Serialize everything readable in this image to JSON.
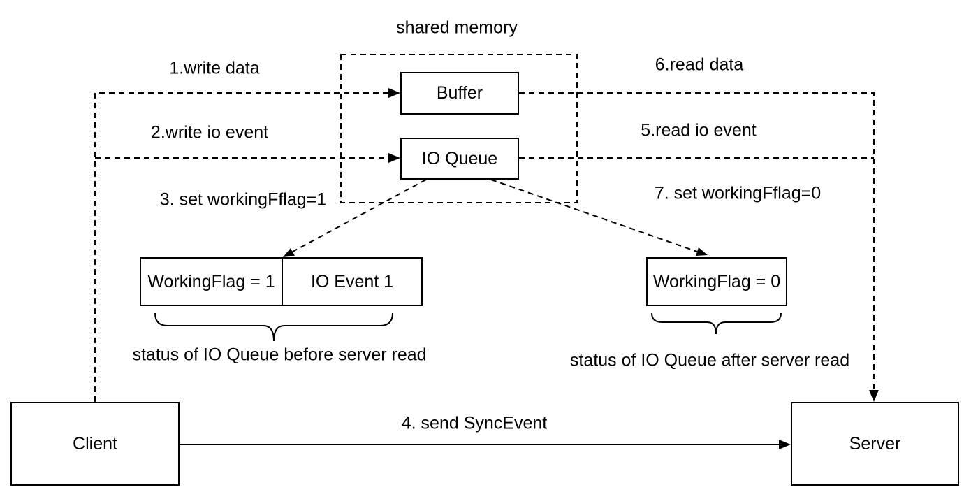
{
  "title": "shared memory",
  "nodes": {
    "buffer": "Buffer",
    "io_queue": "IO Queue",
    "client": "Client",
    "server": "Server",
    "working_flag_1": "WorkingFlag = 1",
    "io_event_1": "IO Event 1",
    "working_flag_0": "WorkingFlag = 0"
  },
  "steps": {
    "s1": "1.write data",
    "s2": "2.write io event",
    "s3": "3. set workingFflag=1",
    "s4": "4. send SyncEvent",
    "s5": "5.read io event",
    "s6": "6.read data",
    "s7": "7. set workingFflag=0"
  },
  "captions": {
    "before": "status of IO Queue before server read",
    "after": "status of IO Queue after server read"
  },
  "colors": {
    "stroke": "#000000",
    "background": "#ffffff"
  }
}
